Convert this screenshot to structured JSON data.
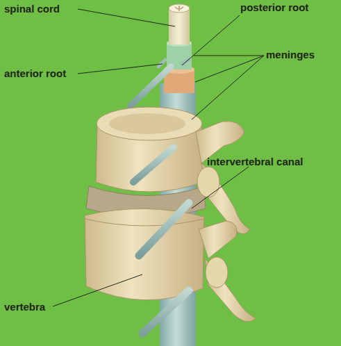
{
  "diagram": {
    "labels": [
      "spinal cord",
      "posterior root",
      "anterior root",
      "meninges",
      "intervertebral canal",
      "vertebra"
    ]
  }
}
